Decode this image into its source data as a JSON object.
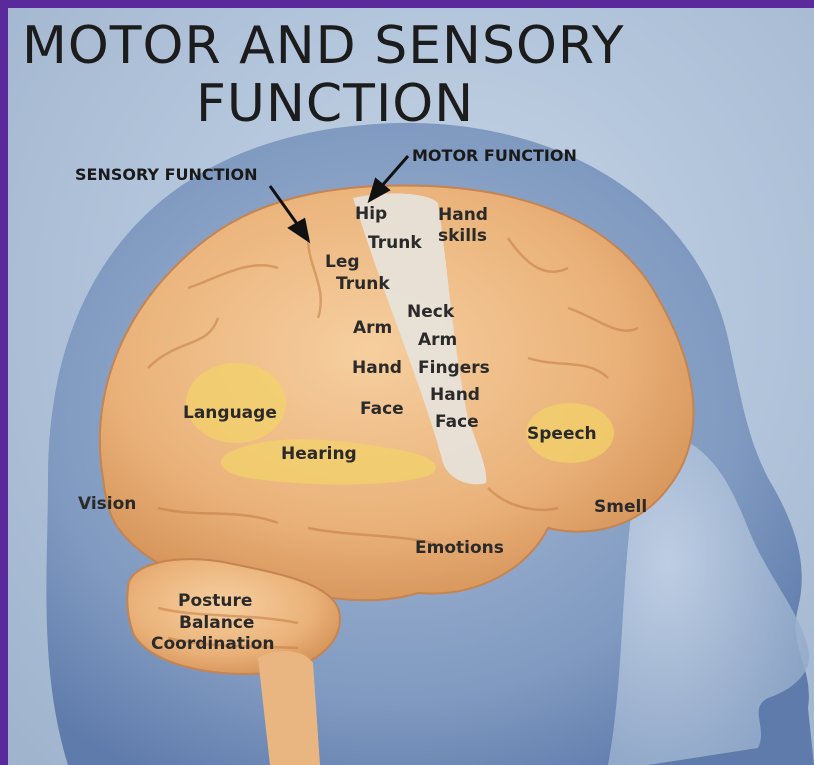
{
  "title_line1": "MOTOR AND SENSORY",
  "title_line2": "FUNCTION",
  "headers": {
    "motor": "MOTOR FUNCTION",
    "sensory": "SENSORY FUNCTION"
  },
  "labels": {
    "hip": "Hip",
    "trunk_motor": "Trunk",
    "hand_skills_1": "Hand",
    "hand_skills_2": "skills",
    "leg": "Leg",
    "trunk_sensory": "Trunk",
    "neck": "Neck",
    "arm_sensory": "Arm",
    "arm_motor": "Arm",
    "hand_sensory": "Hand",
    "fingers": "Fingers",
    "hand_motor": "Hand",
    "face_sensory": "Face",
    "face_motor": "Face",
    "language": "Language",
    "hearing": "Hearing",
    "speech": "Speech",
    "vision": "Vision",
    "smell": "Smell",
    "emotions": "Emotions",
    "posture": "Posture",
    "balance": "Balance",
    "coordination": "Coordination"
  },
  "colors": {
    "frame": "#5a2a9c",
    "background": "#b4c6dc",
    "head_shadow": "#7d98bf",
    "brain": "#f0c08a",
    "brain_dark": "#d99b62",
    "highlight": "#f5d36a",
    "motor_strip": "#e6e2dc"
  }
}
